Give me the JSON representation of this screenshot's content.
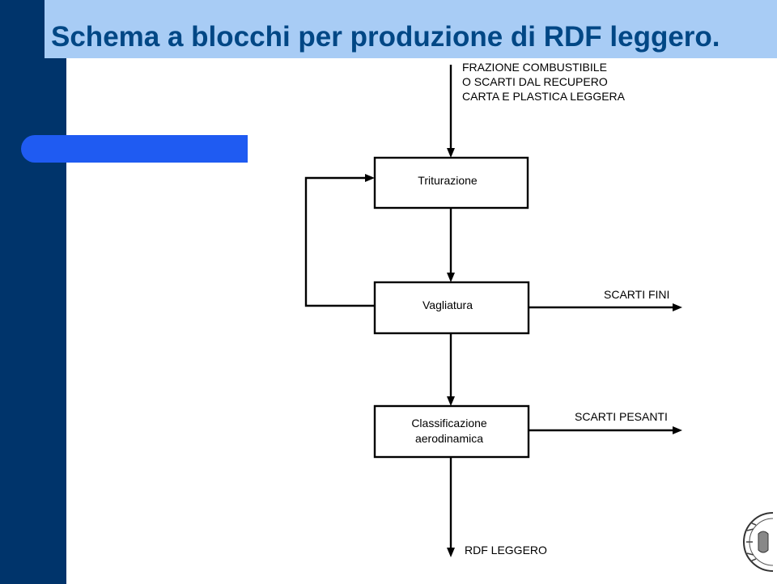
{
  "slide": {
    "title": "Schema a blocchi per produzione di RDF leggero."
  },
  "diagram": {
    "input_label": [
      "FRAZIONE COMBUSTIBILE",
      "O SCARTI DAL RECUPERO",
      "CARTA E PLASTICA LEGGERA"
    ],
    "blocks": {
      "trituration": "Triturazione",
      "screening": "Vagliatura",
      "classification": [
        "Classificazione",
        "aerodinamica"
      ]
    },
    "outputs": {
      "fines": "SCARTI  FINI",
      "heavy": "SCARTI  PESANTI",
      "product": "RDF  LEGGERO"
    }
  },
  "colors": {
    "left_bar": "#00346b",
    "top_band": "#a8ccf5",
    "side_tab": "#1f5bf2",
    "title": "#004785"
  }
}
